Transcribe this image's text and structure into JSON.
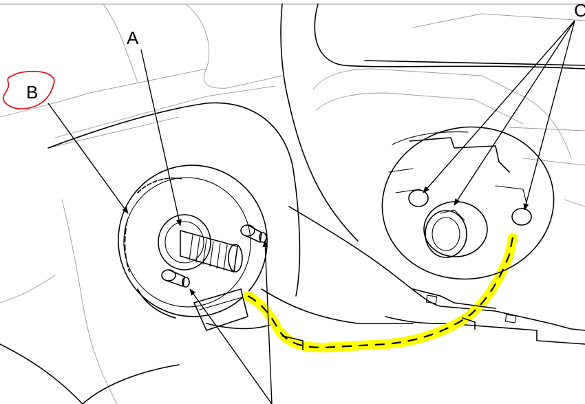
{
  "labels": {
    "a": "A",
    "b": "B",
    "c": "C"
  },
  "colors": {
    "line": "#000000",
    "highlight": "#ffff00",
    "annotation": "#e0141e"
  }
}
